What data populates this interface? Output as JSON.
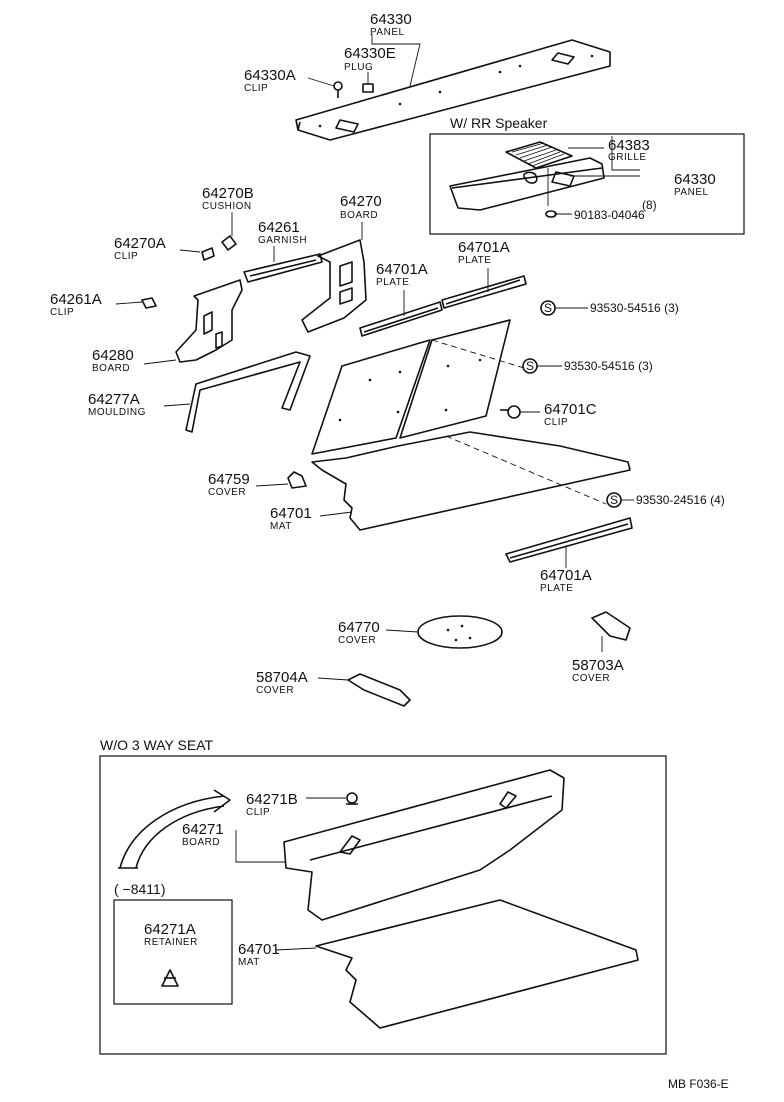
{
  "headers": {
    "rr_speaker": "W/ RR  Speaker",
    "wo_3way": "W/O 3 WAY  SEAT",
    "date_range": "(      −8411)"
  },
  "footer": "MB  F036-E",
  "parts": {
    "p64330": {
      "num": "64330",
      "name": "PANEL"
    },
    "p64330e": {
      "num": "64330E",
      "name": "PLUG"
    },
    "p64330a": {
      "num": "64330A",
      "name": "CLIP"
    },
    "p64383": {
      "num": "64383",
      "name": "GRILLE"
    },
    "p64330b": {
      "num": "64330",
      "name": "PANEL"
    },
    "p90183": {
      "num": "90183-04046",
      "qty": "(8)"
    },
    "p64270b": {
      "num": "64270B",
      "name": "CUSHION"
    },
    "p64270": {
      "num": "64270",
      "name": "BOARD"
    },
    "p64261": {
      "num": "64261",
      "name": "GARNISH"
    },
    "p64270a": {
      "num": "64270A",
      "name": "CLIP"
    },
    "p64261a": {
      "num": "64261A",
      "name": "CLIP"
    },
    "p64280": {
      "num": "64280",
      "name": "BOARD"
    },
    "p64277a": {
      "num": "64277A",
      "name": "MOULDING"
    },
    "p64701a_1": {
      "num": "64701A",
      "name": "PLATE"
    },
    "p64701a_2": {
      "num": "64701A",
      "name": "PLATE"
    },
    "p93530_1": {
      "num": "93530-54516 (3)"
    },
    "p93530_2": {
      "num": "93530-54516 (3)"
    },
    "p64701c": {
      "num": "64701C",
      "name": "CLIP"
    },
    "p64759": {
      "num": "64759",
      "name": "COVER"
    },
    "p64701": {
      "num": "64701",
      "name": "MAT"
    },
    "p93530_3": {
      "num": "93530-24516 (4)"
    },
    "p64701a_3": {
      "num": "64701A",
      "name": "PLATE"
    },
    "p64770": {
      "num": "64770",
      "name": "COVER"
    },
    "p58703a": {
      "num": "58703A",
      "name": "COVER"
    },
    "p58704a": {
      "num": "58704A",
      "name": "COVER"
    },
    "p64271b": {
      "num": "64271B",
      "name": "CLIP"
    },
    "p64271": {
      "num": "64271",
      "name": "BOARD"
    },
    "p64271a": {
      "num": "64271A",
      "name": "RETAINER"
    },
    "p64701b": {
      "num": "64701",
      "name": "MAT"
    }
  },
  "symbols": {
    "screw": "S"
  }
}
